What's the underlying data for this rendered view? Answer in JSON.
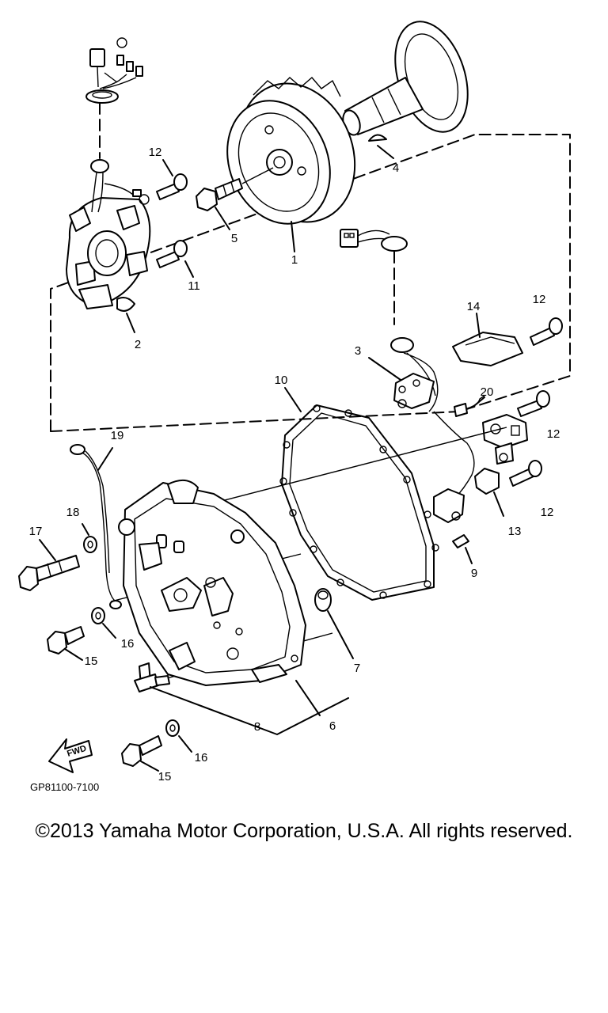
{
  "diagram": {
    "callouts": {
      "p1": "1",
      "p2": "2",
      "p3": "3",
      "p4": "4",
      "p5": "5",
      "p6": "6",
      "p7": "7",
      "p8": "8",
      "p9": "9",
      "p10": "10",
      "p11": "11",
      "p12a": "12",
      "p12b": "12",
      "p12c": "12",
      "p12d": "12",
      "p13": "13",
      "p14": "14",
      "p15a": "15",
      "p15b": "15",
      "p16a": "16",
      "p16b": "16",
      "p17": "17",
      "p18": "18",
      "p19": "19",
      "p20": "20"
    },
    "fwd_label": "FWD",
    "figure_code": "GP81100-7100"
  },
  "copyright": "©2013 Yamaha Motor Corporation, U.S.A. All rights reserved."
}
